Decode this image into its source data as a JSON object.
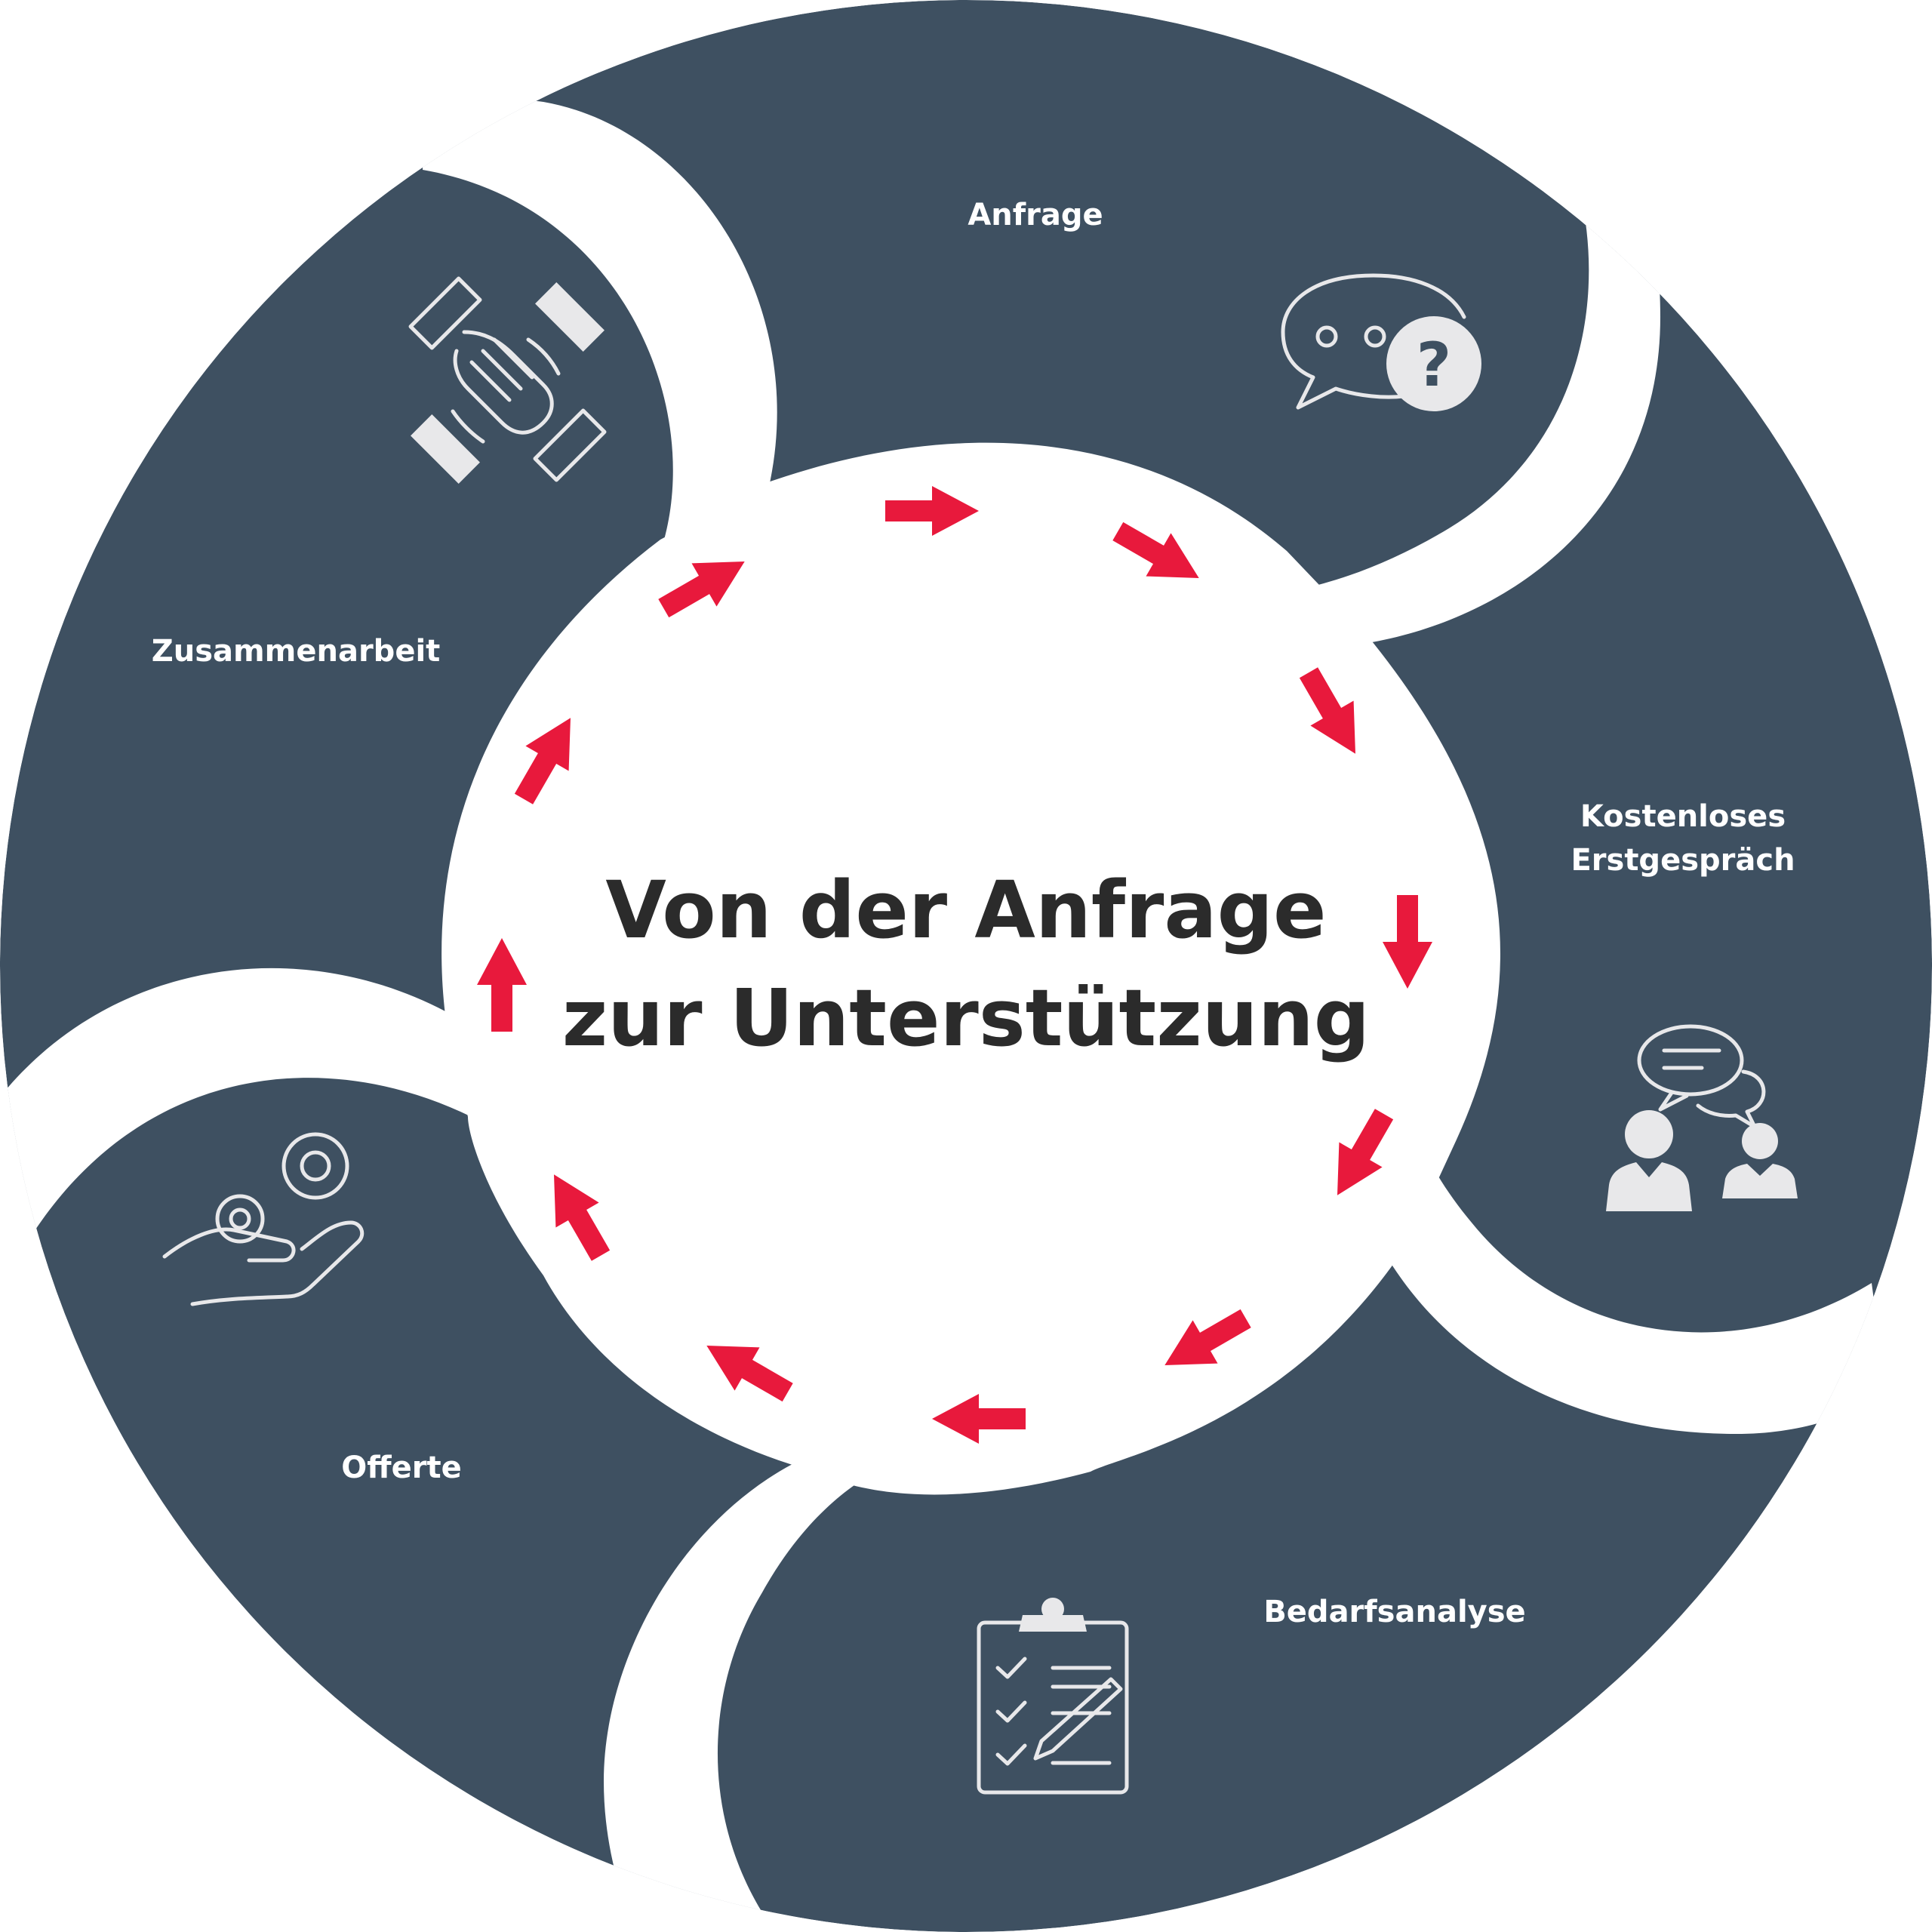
{
  "title": {
    "line1": "Von der Anfrage",
    "line2": "zur Unterstützung"
  },
  "steps": [
    {
      "label": "Anfrage",
      "icon": "chat-question-icon"
    },
    {
      "label_line1": "Kostenloses",
      "label_line2": "Erstgespräch",
      "icon": "consultation-people-icon"
    },
    {
      "label": "Bedarfsanalyse",
      "icon": "clipboard-checklist-icon"
    },
    {
      "label": "Offerte",
      "icon": "gears-hand-icon"
    },
    {
      "label": "Zusammenarbeit",
      "icon": "stacked-hands-icon"
    }
  ],
  "colors": {
    "segment": "#3e5061",
    "arrow": "#e8193c",
    "icon": "#e8e8ea",
    "title": "#2b2b2b"
  }
}
